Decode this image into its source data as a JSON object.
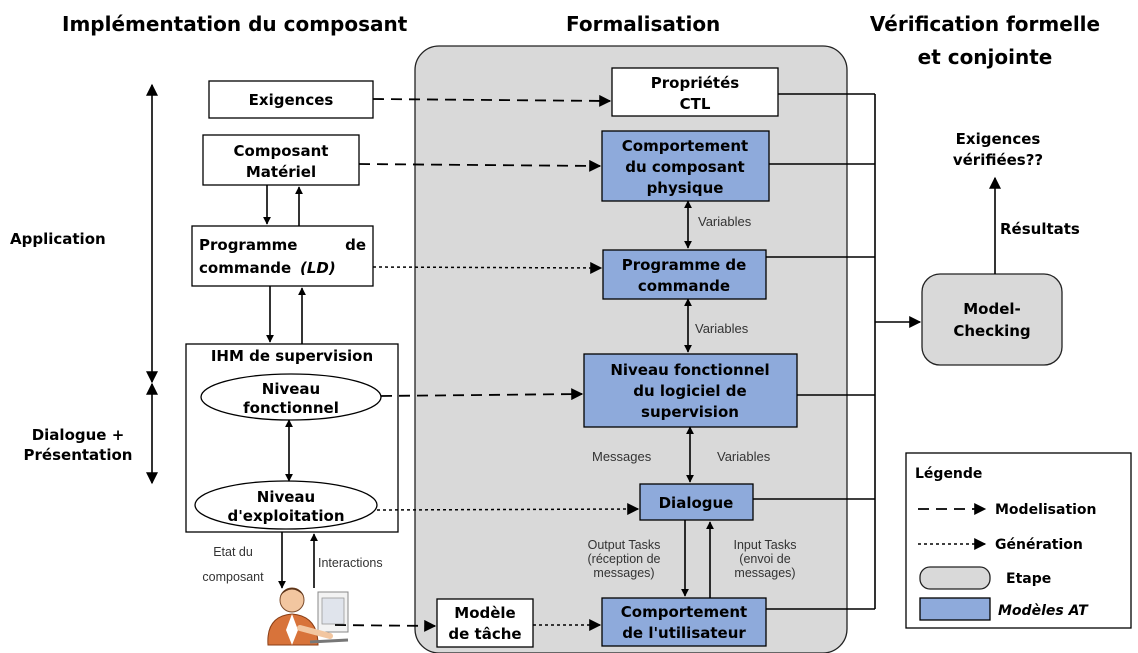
{
  "headers": {
    "implementation": "Implémentation du composant",
    "formalisation": "Formalisation",
    "verification_line1": "Vérification formelle",
    "verification_line2": "et conjointe"
  },
  "side_labels": {
    "application": "Application",
    "dialogue_line1": "Dialogue +",
    "dialogue_line2": "Présentation"
  },
  "implementation": {
    "exigences": "Exigences",
    "composant_line1": "Composant",
    "composant_line2": "Matériel",
    "programme_line1a": "Programme",
    "programme_line1b": "de",
    "programme_line2a": "commande",
    "programme_line2b": "(LD)",
    "ihm_title": "IHM de supervision",
    "niveau_fonct_line1": "Niveau",
    "niveau_fonct_line2": "fonctionnel",
    "niveau_expl_line1": "Niveau",
    "niveau_expl_line2": "d'exploitation",
    "etat_line1": "Etat du",
    "etat_line2": "composant",
    "interactions": "Interactions",
    "modele_tache_line1": "Modèle",
    "modele_tache_line2": "de tâche"
  },
  "formalisation": {
    "proprietes_line1": "Propriétés",
    "proprietes_line2": "CTL",
    "comportement_line1": "Comportement",
    "comportement_line2": "du composant",
    "comportement_line3": "physique",
    "programme_line1": "Programme de",
    "programme_line2": "commande",
    "niveau_line1": "Niveau fonctionnel",
    "niveau_line2": "du logiciel de",
    "niveau_line3": "supervision",
    "dialogue": "Dialogue",
    "utilisateur_line1": "Comportement",
    "utilisateur_line2": "de l'utilisateur",
    "variables_1": "Variables",
    "variables_2": "Variables",
    "messages": "Messages",
    "variables_3": "Variables",
    "output_line1": "Output Tasks",
    "output_line2": "(réception de",
    "output_line3": "messages)",
    "input_line1": "Input Tasks",
    "input_line2": "(envoi de",
    "input_line3": "messages)"
  },
  "verification": {
    "exigences_line1": "Exigences",
    "exigences_line2": "vérifiées??",
    "resultats": "Résultats",
    "model_line1": "Model-",
    "model_line2": "Checking"
  },
  "legend": {
    "title": "Légende",
    "modelisation": "Modelisation",
    "generation": "Génération",
    "etape": "Etape",
    "modeles_at": "Modèles AT"
  },
  "colors": {
    "model_fill": "#8eaadb",
    "step_fill": "#d9d9d9"
  }
}
